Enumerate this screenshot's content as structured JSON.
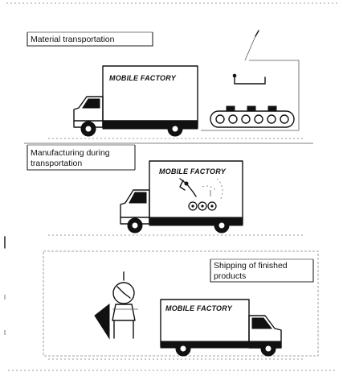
{
  "captions": {
    "material_transportation": "Material transportation",
    "manufacturing_line1": "Manufacturing during",
    "manufacturing_line2": "transportation",
    "shipping_line1": "Shipping of finished",
    "shipping_line2": "products"
  },
  "truck_labels": {
    "truck1": "MOBILE FACTORY",
    "truck2": "MOBILE FACTORY",
    "truck3": "MOBILE FACTORY"
  }
}
